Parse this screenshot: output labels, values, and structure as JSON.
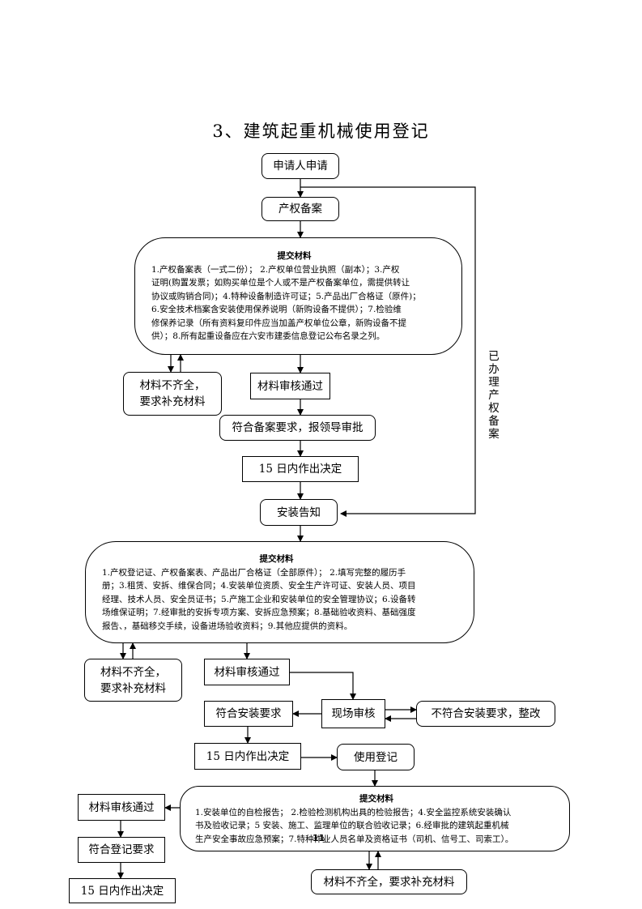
{
  "title": "3、建筑起重机械使用登记",
  "nodes": {
    "apply": "申请人申请",
    "property_record": "产权备案",
    "incomplete_1": [
      "材料不齐全，",
      "要求补充材料"
    ],
    "review_pass_1": "材料审核通过",
    "meets_record": "符合备案要求，报领导审批",
    "decision_1": "15 日内作出决定",
    "install_notice": "安装告知",
    "incomplete_2": [
      "材料不齐全，",
      "要求补充材料"
    ],
    "review_pass_2": "材料审核通过",
    "meets_install": "符合安装要求",
    "site_review": "现场审核",
    "not_meet_install": "不符合安装要求，整改",
    "decision_2": "15 日内作出决定",
    "use_register": "使用登记",
    "review_pass_3": "材料审核通过",
    "meets_register": "符合登记要求",
    "decision_3": "15 日内作出决定",
    "incomplete_3": "材料不齐全，要求补充材料",
    "side_label": "已办理产权备案"
  },
  "materials_1": {
    "heading": "提交材料",
    "lines": [
      "1.产权备案表（一式二份）；   2.产权单位营业执照（副本）；3.产权",
      "证明(购置发票；如购买单位是个人或不是产权备案单位，需提供转让",
      "协议或购销合同)；4.特种设备制造许可证；5.产品出厂合格证（原件)；",
      "6.安全技术档案含安装使用保养说明（新购设备不提供）；7.检验维",
      "修保养记录（所有资料复印件应当加盖产权单位公章，新购设备不提",
      "供）；8.所有起重设备应在六安市建委信息登记公布名录之列。"
    ]
  },
  "materials_2": {
    "heading": "提交材料",
    "lines": [
      "1.产权登记证、产权备案表、产品出厂合格证（全部原件）；   2.填写完整的履历手",
      "册；3.租赁、安拆、维保合同；4.安装单位资质、安全生产许可证、安装人员、项目",
      "经理、技术人员、安全员证书；5.产施工企业和安装单位的安全管理协议；6.设备转",
      "场维保证明；7.经审批的安拆专项方案、安拆应急预案；8.基础验收资料、基础强度",
      "报告、，基础移交手续，设备进场验收资料；9.其他应提供的资料。"
    ]
  },
  "materials_3": {
    "heading": "提交材料",
    "lines": [
      "1.安装单位的自检报告；  2.检验检测机构出具的检验报告；4.安全监控系统安装确认",
      "书及验收记录；5 安装、施工、监理单位的联合验收记录；6.经审批的建筑起重机械",
      "生产安全事故应急预案；7.特种作业人员名单及资格证书（司机、信号工、司索工）。"
    ]
  },
  "page_number": "11"
}
